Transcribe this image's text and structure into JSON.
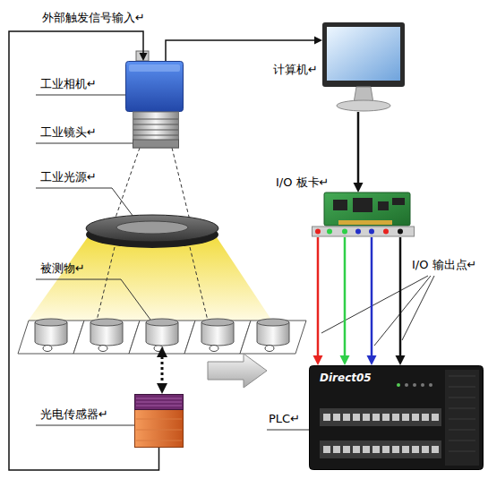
{
  "diagram": {
    "nodes": [
      {
        "text": [
          "工业相机↵"
        ]
      },
      {
        "text": [
          "计算机↵"
        ]
      },
      {
        "text": [
          "工业镜头↵"
        ]
      },
      {
        "text": [
          "工业光源↵"
        ]
      },
      {
        "text": [
          "I/O 板卡↵"
        ]
      },
      {
        "text": [
          "被测物↵"
        ]
      },
      {
        "text": [
          "PLC↵"
        ]
      },
      {
        "text": [
          "光电传感器↵"
        ]
      }
    ],
    "edges": [
      {
        "from": 0,
        "to": 1,
        "arrow": "to"
      },
      {
        "from": 1,
        "to": 4,
        "arrow": "to"
      },
      {
        "from": 4,
        "to": 6,
        "arrow": "to"
      },
      {
        "from": 4,
        "to": 6,
        "arrow": "to"
      },
      {
        "from": 4,
        "to": 6,
        "arrow": "to"
      },
      {
        "from": 4,
        "to": 6,
        "arrow": "to"
      },
      {
        "from": 5,
        "to": 7,
        "arrow": "both"
      },
      {
        "from": 7,
        "to": 0,
        "arrow": "to",
        "label": "外部触发信号输入↵"
      }
    ],
    "labels": [
      "I/O 输出点↵",
      "Direct05"
    ]
  }
}
